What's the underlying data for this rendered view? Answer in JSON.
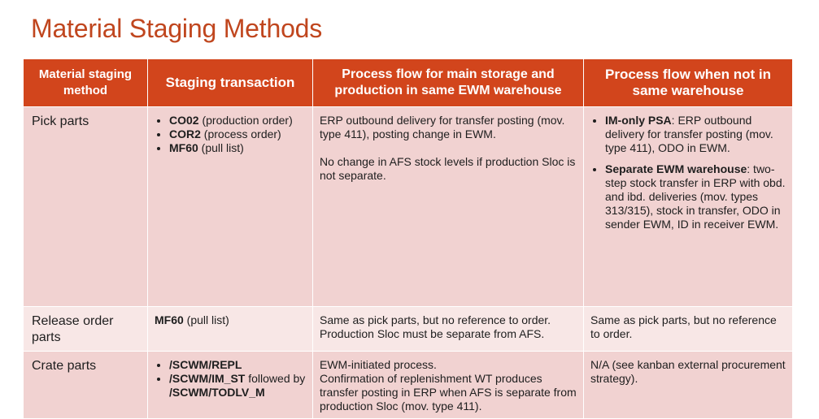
{
  "title": "Material Staging Methods",
  "headers": [
    "Material staging method",
    "Staging transaction",
    "Process flow for main storage and production in same EWM warehouse",
    "Process flow when not in same warehouse"
  ],
  "rows": [
    {
      "method": "Pick parts",
      "transactions": [
        {
          "code": "CO02",
          "desc": " (production order)"
        },
        {
          "code": "COR2",
          "desc": " (process order)"
        },
        {
          "code": "MF60",
          "desc": " (pull list)"
        }
      ],
      "same_wh": [
        "ERP outbound delivery for transfer posting (mov. type 411), posting change in EWM.",
        "No change in AFS stock levels if production Sloc is not separate."
      ],
      "diff_wh": [
        {
          "bold": "IM-only PSA",
          "text": ": ERP outbound delivery for transfer posting (mov. type 411), ODO in EWM."
        },
        {
          "bold": "Separate EWM warehouse",
          "text": ": two-step stock transfer in ERP with obd. and ibd. deliveries (mov. types 313/315), stock in transfer, ODO in sender EWM, ID in receiver EWM."
        }
      ]
    },
    {
      "method": "Release order parts",
      "transaction_code": "MF60",
      "transaction_desc": " (pull list)",
      "same_wh": "Same as pick parts, but no reference to order. Production Sloc must be separate from AFS.",
      "diff_wh": "Same as pick parts, but no reference to order."
    },
    {
      "method": "Crate parts",
      "transactions": [
        {
          "code": "/SCWM/REPL",
          "desc": ""
        },
        {
          "code": "/SCWM/IM_ST",
          "desc": " followed by ",
          "code2": "/SCWM/TODLV_M"
        }
      ],
      "same_wh": [
        "EWM-initiated process.",
        "Confirmation of replenishment WT produces transfer posting in ERP when AFS is separate from production Sloc (mov. type 411)."
      ],
      "diff_wh": "N/A (see kanban external procurement strategy)."
    }
  ]
}
